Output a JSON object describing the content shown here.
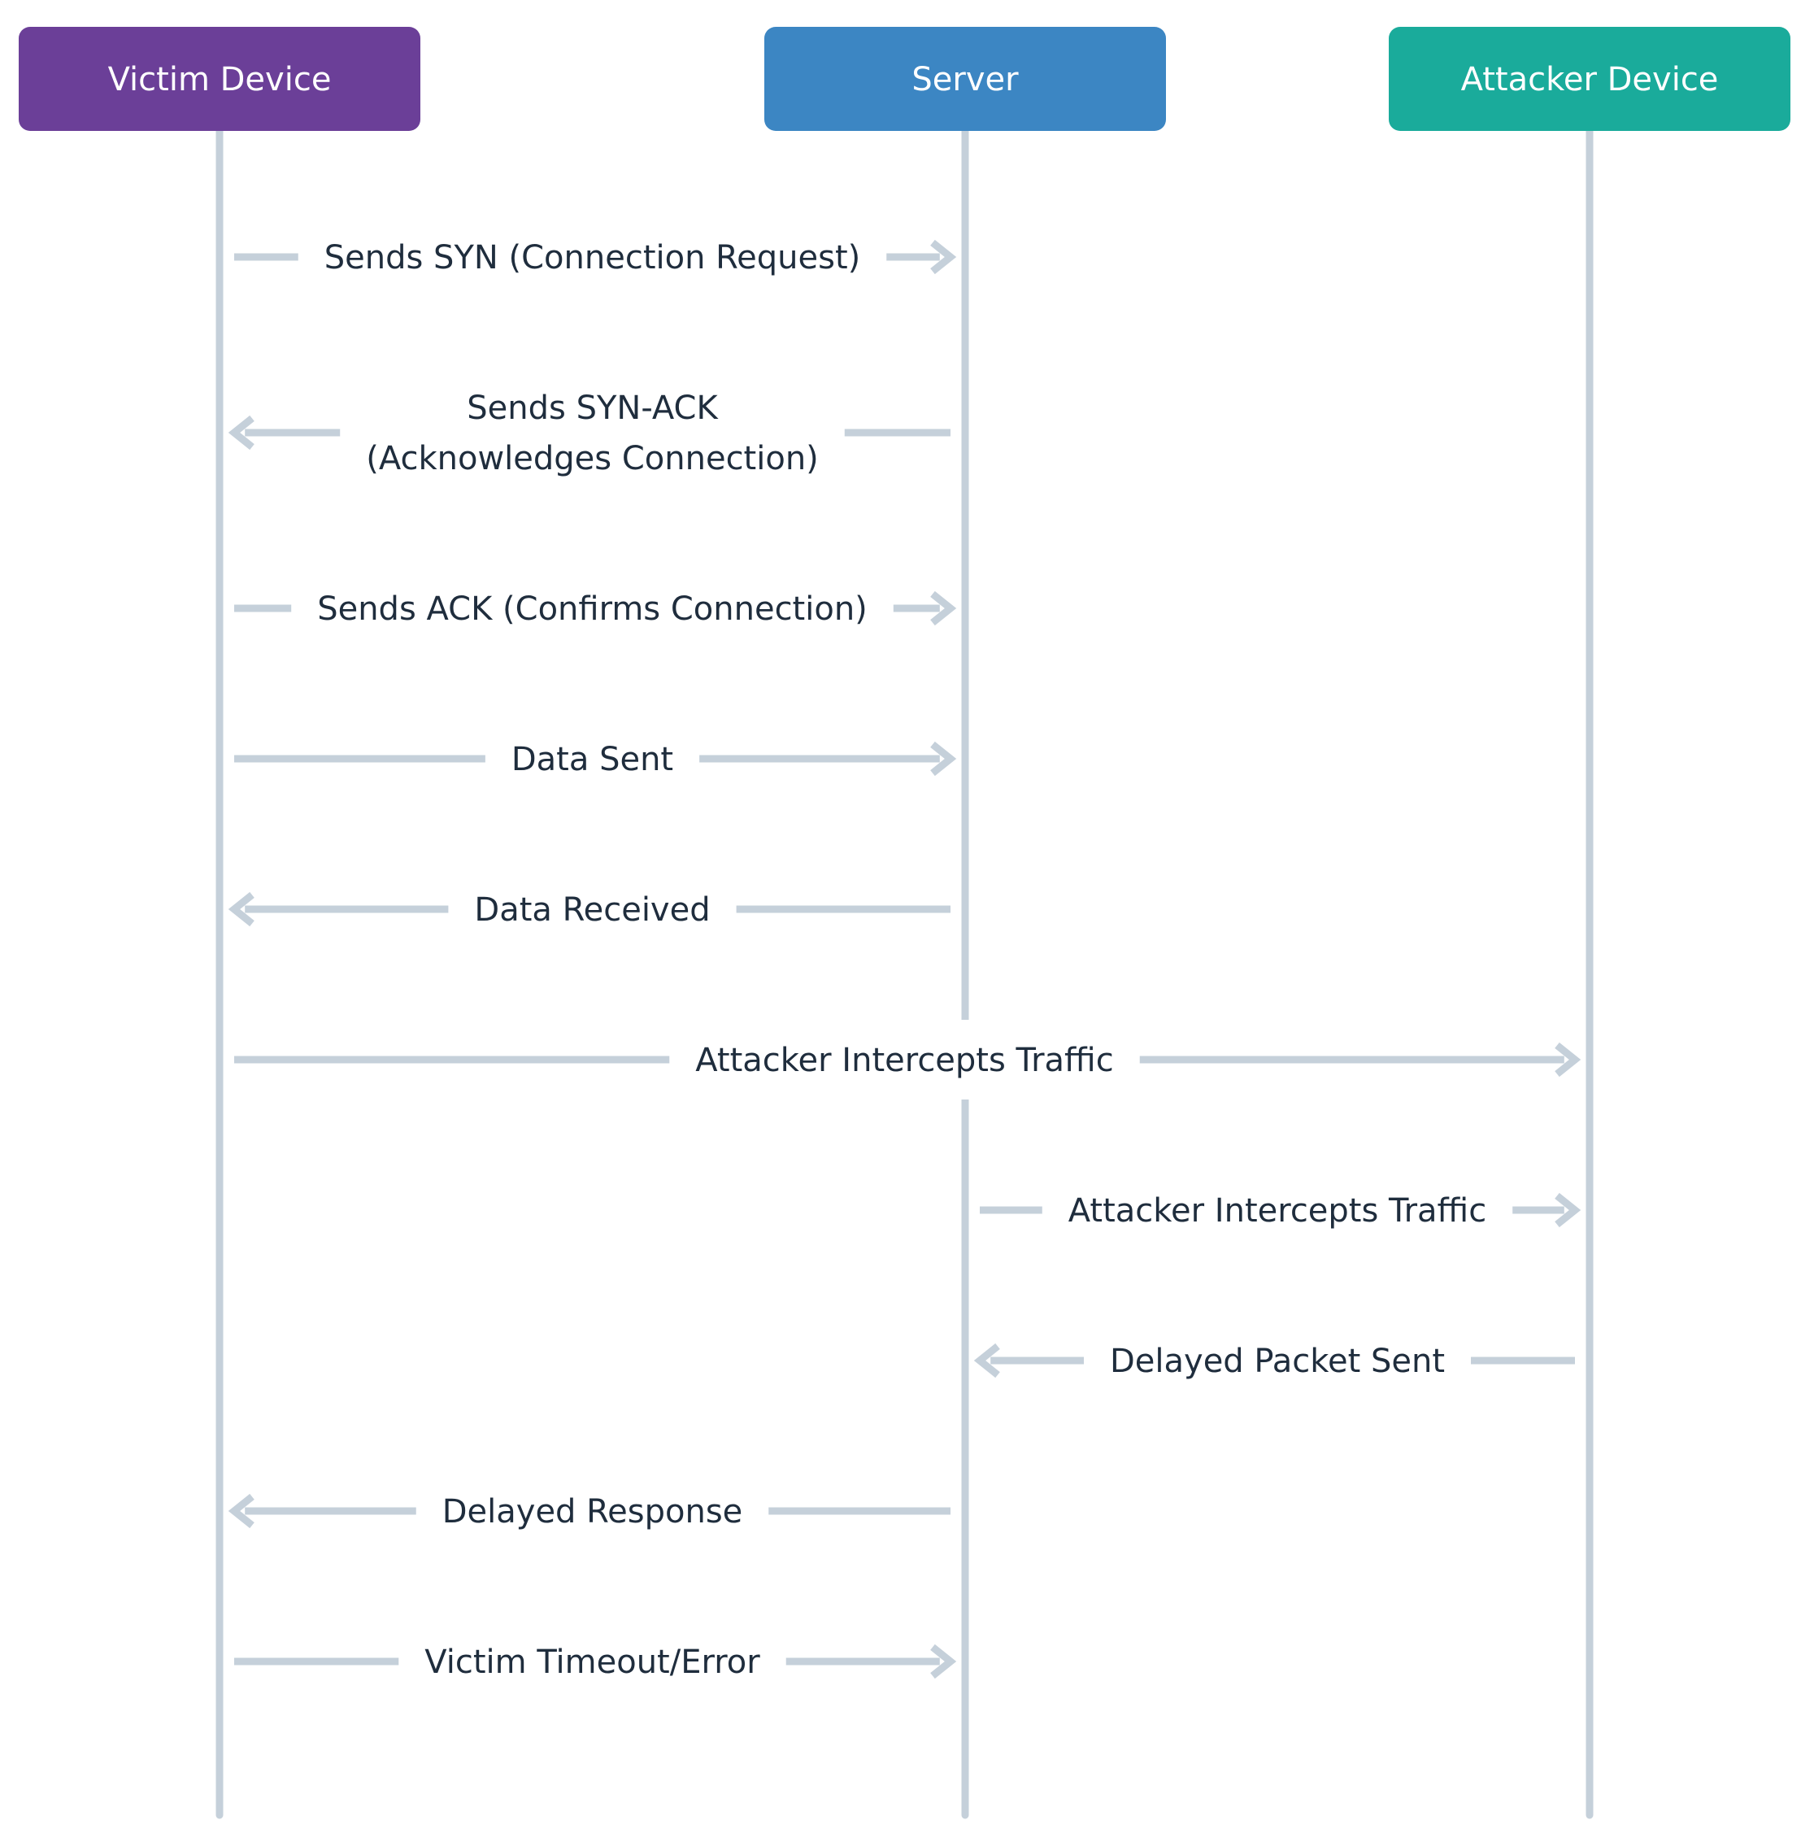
{
  "colors": {
    "background": "#ffffff",
    "lifeline": "#c5d0da",
    "arrow": "#c5d0da",
    "text": "#1f2d3d"
  },
  "participants": [
    {
      "id": "victim",
      "label": "Victim Device",
      "color": "#6b3f98"
    },
    {
      "id": "server",
      "label": "Server",
      "color": "#3c86c3"
    },
    {
      "id": "attacker",
      "label": "Attacker Device",
      "color": "#1aab9b"
    }
  ],
  "messages": [
    {
      "from": "victim",
      "to": "server",
      "lines": [
        "Sends SYN (Connection Request)"
      ]
    },
    {
      "from": "server",
      "to": "victim",
      "lines": [
        "Sends SYN-ACK",
        "(Acknowledges Connection)"
      ]
    },
    {
      "from": "victim",
      "to": "server",
      "lines": [
        "Sends ACK (Confirms Connection)"
      ]
    },
    {
      "from": "victim",
      "to": "server",
      "lines": [
        "Data Sent"
      ]
    },
    {
      "from": "server",
      "to": "victim",
      "lines": [
        "Data Received"
      ]
    },
    {
      "from": "victim",
      "to": "attacker",
      "lines": [
        "Attacker Intercepts Traffic"
      ]
    },
    {
      "from": "server",
      "to": "attacker",
      "lines": [
        "Attacker Intercepts Traffic"
      ]
    },
    {
      "from": "attacker",
      "to": "server",
      "lines": [
        "Delayed Packet Sent"
      ]
    },
    {
      "from": "server",
      "to": "victim",
      "lines": [
        "Delayed Response"
      ]
    },
    {
      "from": "victim",
      "to": "server",
      "lines": [
        "Victim Timeout/Error"
      ]
    }
  ]
}
